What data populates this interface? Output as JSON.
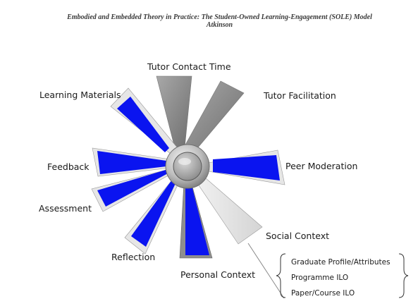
{
  "header": {
    "title": "Embodied and Embedded Theory in Practice: The Student-Owned Learning-Engagement (SOLE) Model",
    "author": "Atkinson"
  },
  "segments": [
    {
      "id": "tutor-contact-time",
      "label": "Tutor Contact Time",
      "fill": "gray"
    },
    {
      "id": "tutor-facilitation",
      "label": "Tutor Facilitation",
      "fill": "gray"
    },
    {
      "id": "peer-moderation",
      "label": "Peer Moderation",
      "fill": "blue"
    },
    {
      "id": "social-context",
      "label": "Social Context",
      "fill": "light"
    },
    {
      "id": "personal-context",
      "label": "Personal Context",
      "fill": "blue"
    },
    {
      "id": "reflection",
      "label": "Reflection",
      "fill": "blue"
    },
    {
      "id": "assessment",
      "label": "Assessment",
      "fill": "blue"
    },
    {
      "id": "feedback",
      "label": "Feedback",
      "fill": "blue"
    },
    {
      "id": "learning-materials",
      "label": "Learning Materials",
      "fill": "blue"
    }
  ],
  "ilo_levels": [
    "Graduate Profile/Attributes",
    "Programme ILO",
    "Paper/Course ILO"
  ],
  "colors": {
    "highlight_blue": "#0a14f0",
    "dark_gray": "#8c8c8c",
    "light_gray": "#e4e4e4"
  }
}
